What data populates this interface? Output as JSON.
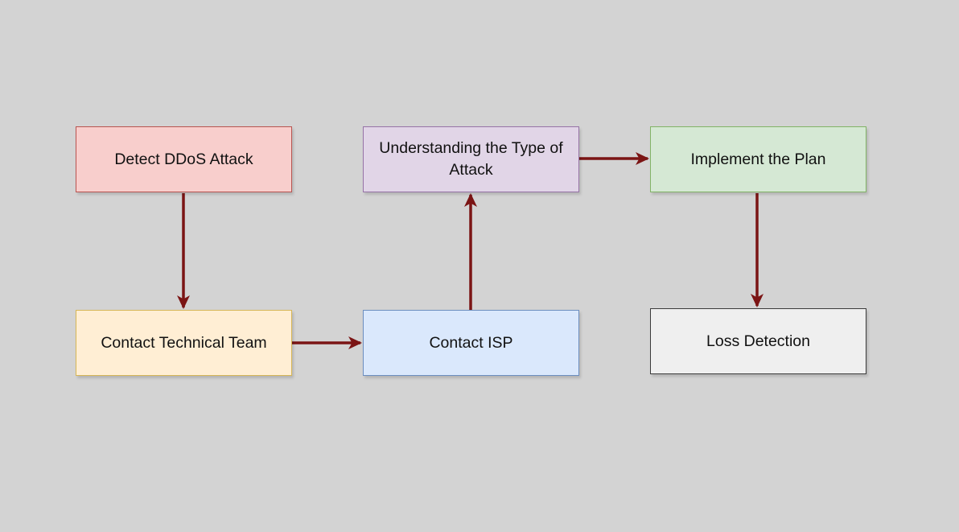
{
  "diagram": {
    "type": "flowchart",
    "background_color": "#d3d3d3",
    "arrow_color": "#7b1414",
    "text_color": "#111111",
    "nodes": [
      {
        "id": "detect-ddos-attack",
        "label": "Detect DDoS Attack",
        "fill": "#f8cecc",
        "stroke": "#b85450"
      },
      {
        "id": "understanding-type-of-attack",
        "label": "Understanding the Type of Attack",
        "fill": "#e1d5e7",
        "stroke": "#9673a6"
      },
      {
        "id": "implement-the-plan",
        "label": "Implement the Plan",
        "fill": "#d5e8d4",
        "stroke": "#82b366"
      },
      {
        "id": "contact-technical-team",
        "label": "Contact Technical Team",
        "fill": "#ffeed4",
        "stroke": "#d6b656"
      },
      {
        "id": "contact-isp",
        "label": "Contact ISP",
        "fill": "#dae8fc",
        "stroke": "#6c8ebf"
      },
      {
        "id": "loss-detection",
        "label": "Loss Detection",
        "fill": "#efefef",
        "stroke": "#3b3b3b"
      }
    ],
    "edges": [
      {
        "from": "detect-ddos-attack",
        "to": "contact-technical-team",
        "direction": "down"
      },
      {
        "from": "contact-technical-team",
        "to": "contact-isp",
        "direction": "right"
      },
      {
        "from": "contact-isp",
        "to": "understanding-type-of-attack",
        "direction": "up"
      },
      {
        "from": "understanding-type-of-attack",
        "to": "implement-the-plan",
        "direction": "right"
      },
      {
        "from": "implement-the-plan",
        "to": "loss-detection",
        "direction": "down"
      }
    ]
  }
}
